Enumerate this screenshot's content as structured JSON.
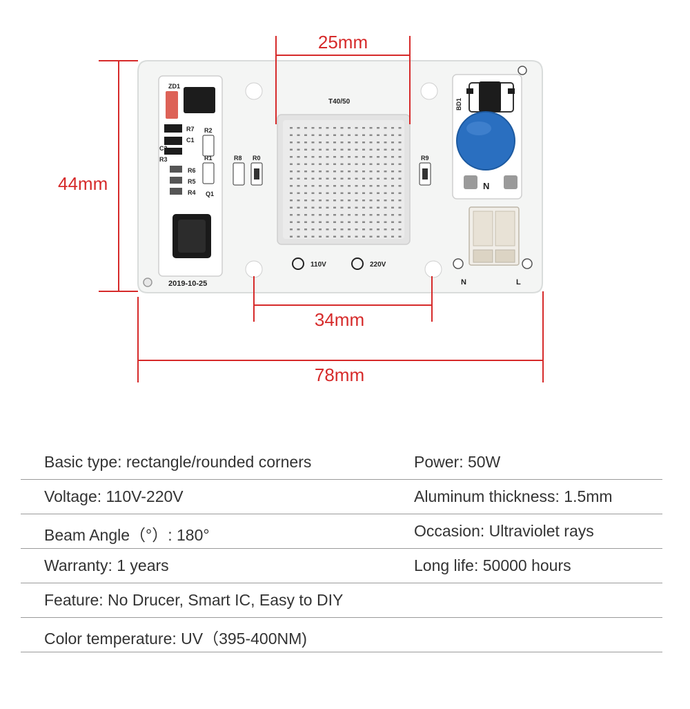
{
  "dimensions": {
    "top_width": "25mm",
    "height": "44mm",
    "hole_spacing": "34mm",
    "total_width": "78mm"
  },
  "board": {
    "model": "T40/50",
    "date": "2019-10-25",
    "voltage_110": "110V",
    "voltage_220": "220V",
    "terminal_n": "N",
    "terminal_l": "L",
    "component_labels": [
      "ZD1",
      "R7",
      "C1",
      "C2",
      "R3",
      "R2",
      "R6",
      "R5",
      "R4",
      "Q1",
      "R1",
      "R8",
      "R0",
      "R9",
      "BD1"
    ]
  },
  "specs": [
    {
      "left": "Basic type: rectangle/rounded corners",
      "right": "Power:  50W"
    },
    {
      "left": "Voltage:  110V-220V",
      "right": "Aluminum thickness:  1.5mm"
    },
    {
      "left": "Beam Angle（°）:  180°",
      "right": "Occasion:  Ultraviolet rays"
    },
    {
      "left": "Warranty:  1 years",
      "right": "Long life:  50000 hours"
    },
    {
      "left": "Feature:  No Drucer,   Smart IC,  Easy to DIY",
      "right": ""
    },
    {
      "left": "Color temperature:  UV（395-400NM)",
      "right": ""
    }
  ],
  "colors": {
    "dimension_lines": "#d62a2a",
    "board": "#f4f5f4",
    "led_array": "#e3e3e3",
    "capacitor": "#2a6fc0",
    "table_rule": "#9a9a9a"
  }
}
